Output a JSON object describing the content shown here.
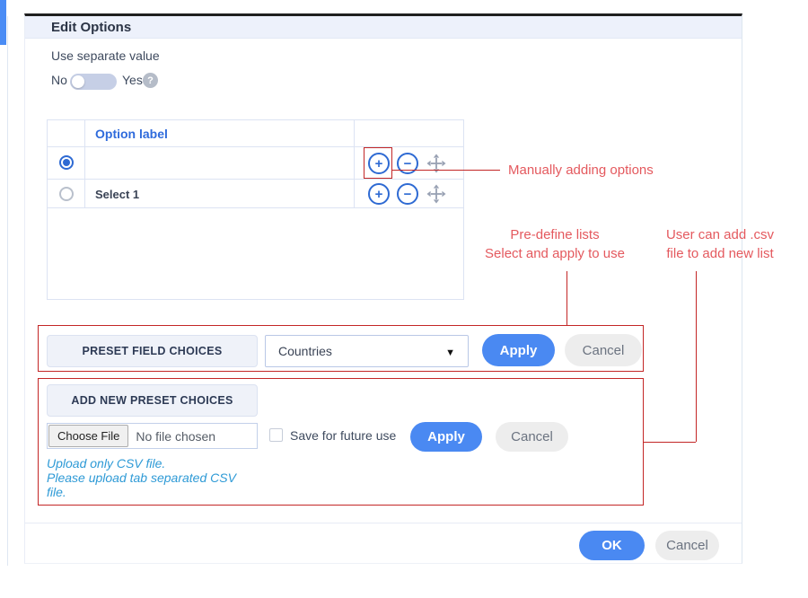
{
  "dialog": {
    "title": "Edit Options",
    "separate_value": {
      "label": "Use separate value",
      "toggle_off_label": "No",
      "toggle_on_label": "Yes",
      "state": "No",
      "help_icon": "question-mark-icon"
    },
    "options_table": {
      "header": "Option label",
      "rows": [
        {
          "label": "",
          "selected": true
        },
        {
          "label": "Select 1",
          "selected": false
        }
      ],
      "row_action_icons": [
        "plus-circle",
        "minus-circle",
        "move-arrows"
      ]
    },
    "preset_section": {
      "button_label": "PRESET FIELD CHOICES",
      "dropdown_value": "Countries",
      "apply_label": "Apply",
      "cancel_label": "Cancel"
    },
    "upload_section": {
      "button_label": "ADD NEW PRESET CHOICES",
      "file_button_label": "Choose File",
      "file_status": "No file chosen",
      "checkbox_label": "Save for future use",
      "apply_label": "Apply",
      "cancel_label": "Cancel",
      "hint_line1": "Upload only CSV file.",
      "hint_line2": "Please upload tab separated CSV",
      "hint_line3": "file."
    },
    "footer": {
      "ok_label": "OK",
      "cancel_label": "Cancel"
    }
  },
  "annotations": {
    "manual_add": "Manually adding options",
    "predefine_line1": "Pre-define lists",
    "predefine_line2": "Select and apply to use",
    "csv_line1": "User can add .csv",
    "csv_line2": "file to add new list"
  },
  "colors": {
    "primary_blue": "#4a89f2",
    "icon_blue": "#2e6ad3",
    "header_link_blue": "#2f6bdc",
    "annotation_red_line": "#c32626",
    "annotation_red_text": "#e4595e",
    "hint_blue": "#2e9ad6",
    "header_bg": "#edf1fb"
  }
}
